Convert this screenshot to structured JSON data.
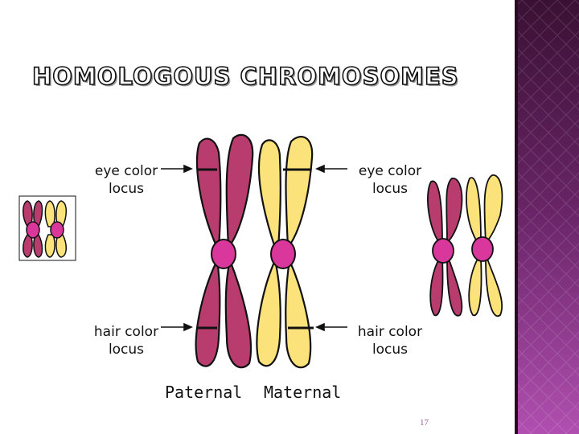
{
  "title": "HOMOLOGOUS CHROMOSOMES",
  "labels": {
    "eye_left": "eye color locus",
    "eye_right": "eye color locus",
    "hair_left": "hair color locus",
    "hair_right": "hair color locus"
  },
  "captions": {
    "paternal": "Paternal",
    "maternal": "Maternal"
  },
  "page_number": "17",
  "colors": {
    "paternal": "#b83d6e",
    "maternal": "#fce27a",
    "centromere": "#d9379b",
    "sidebar_dark": "#3c1236",
    "sidebar_light": "#a44aa6"
  }
}
